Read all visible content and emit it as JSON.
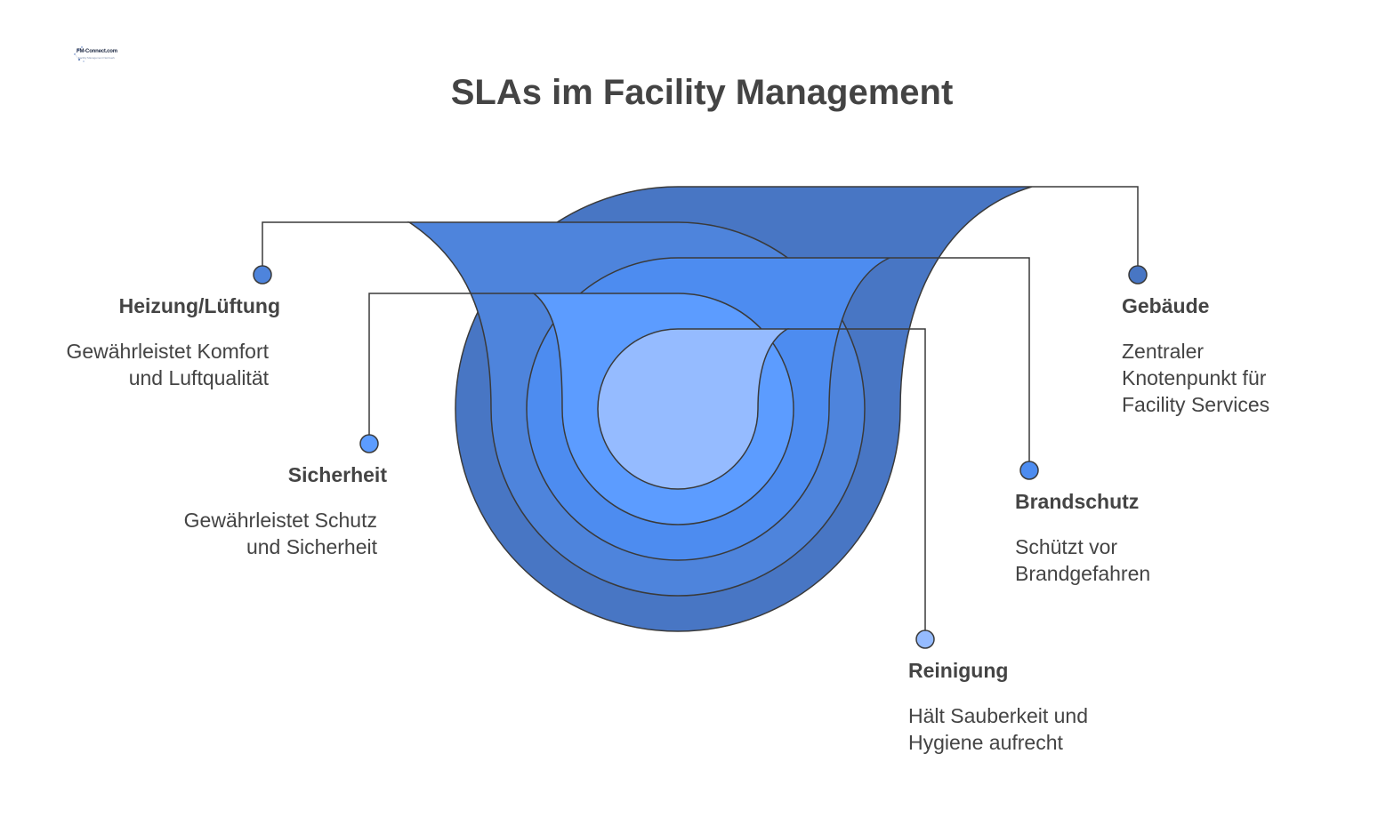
{
  "logo": {
    "name": "FM-Connect.com",
    "tagline": "Facility Management Netzwerk"
  },
  "title": "SLAs im Facility Management",
  "colors": {
    "ring_outer": "#4876c4",
    "ring_2": "#4e84dc",
    "ring_3": "#4d8cf0",
    "ring_4": "#5c9cff",
    "ring_inner": "#95bbff",
    "stroke": "#3a3a3a",
    "text": "#444444"
  },
  "items": [
    {
      "id": "gebaeude",
      "label": "Gebäude",
      "description": "Zentraler\nKnotenpunkt für\nFacility Services"
    },
    {
      "id": "heizung",
      "label": "Heizung/Lüftung",
      "description": "Gewährleistet Komfort\nund Luftqualität"
    },
    {
      "id": "brandschutz",
      "label": "Brandschutz",
      "description": "Schützt vor\nBrandgefahren"
    },
    {
      "id": "sicherheit",
      "label": "Sicherheit",
      "description": "Gewährleistet Schutz\nund Sicherheit"
    },
    {
      "id": "reinigung",
      "label": "Reinigung",
      "description": "Hält Sauberkeit und\nHygiene aufrecht"
    }
  ]
}
